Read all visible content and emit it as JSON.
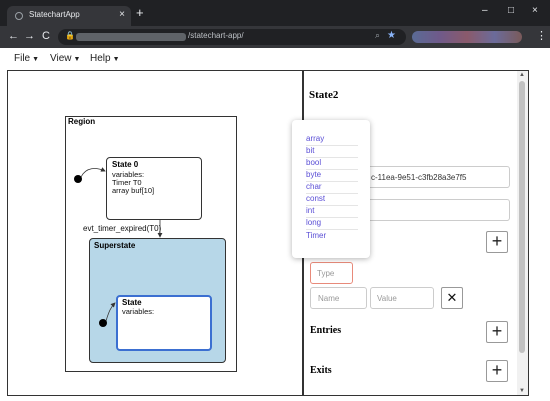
{
  "browser": {
    "tab_title": "StatechartApp",
    "tab_close": "×",
    "new_tab": "+",
    "url_path": "/statechart-app/",
    "nav_back": "←",
    "nav_forward": "→",
    "nav_reload": "C",
    "win_minimize": "–",
    "win_maximize": "□",
    "win_close": "×",
    "menu_dots": "⋮"
  },
  "menubar": {
    "items": [
      {
        "label": "File"
      },
      {
        "label": "View"
      },
      {
        "label": "Help"
      }
    ],
    "caret": "▼"
  },
  "diagram": {
    "region_label": "Region",
    "state0": {
      "title": "State 0",
      "lines": [
        "variables:",
        "Timer T0",
        "array buf[10]"
      ]
    },
    "transition_label": "evt_timer_expired(T0)",
    "superstate_label": "Superstate",
    "inner_state": {
      "title": "State",
      "lines": [
        "variables:"
      ]
    }
  },
  "properties": {
    "state_name": "State2",
    "id_value": "c-11ea-9e51-c3fb28a3e7f5",
    "plus_symbol": "+",
    "type_placeholder": "Type",
    "name_placeholder": "Name",
    "value_placeholder": "Value",
    "remove_symbol": "✕",
    "entries_label": "Entries",
    "exits_label": "Exits"
  },
  "type_dropdown": {
    "options": [
      "array",
      "bit",
      "bool",
      "byte",
      "char",
      "const",
      "int",
      "long",
      "Timer"
    ]
  },
  "colors": {
    "superstate_fill": "#b7d7e8",
    "selected_border": "#3b6fd1",
    "dropdown_text": "#5b4fd6",
    "type_field_border": "#e88a7a"
  }
}
